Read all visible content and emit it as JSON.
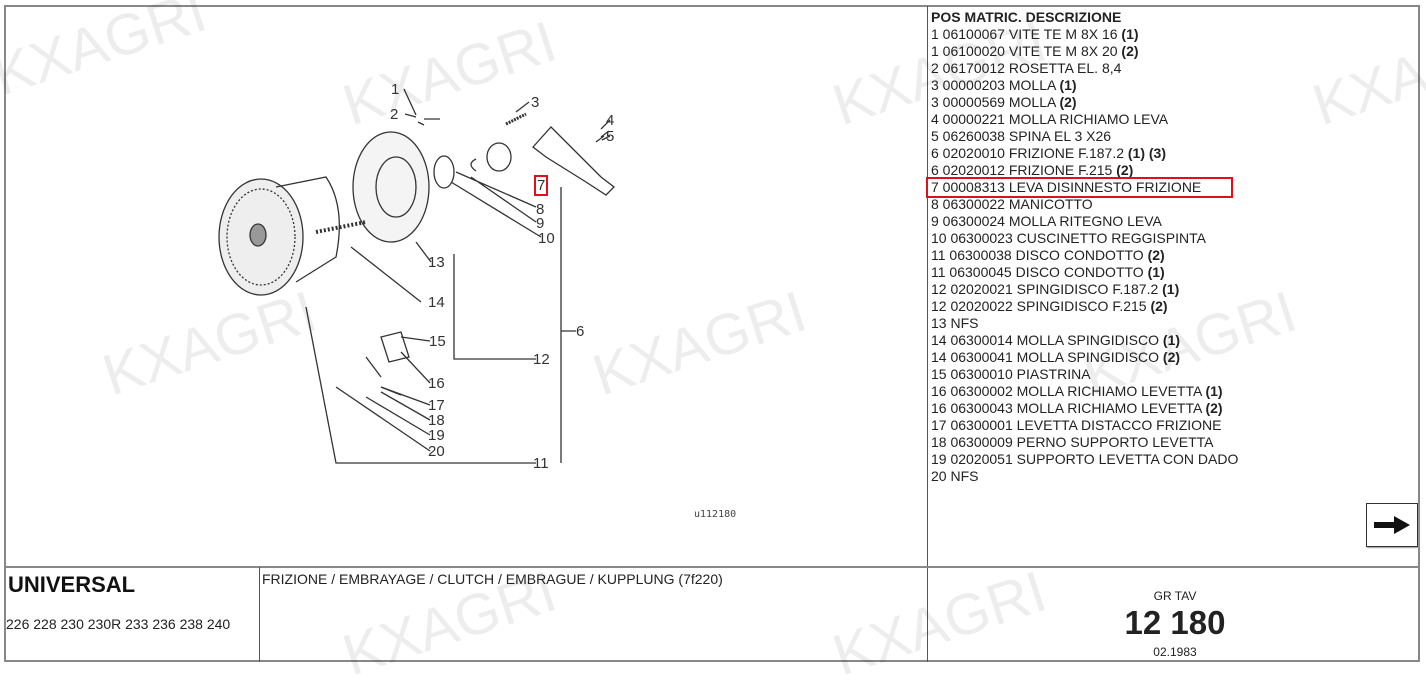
{
  "watermark": "KXAGRI",
  "figure_code": "u112180",
  "callouts": [
    "1",
    "2",
    "3",
    "4",
    "5",
    "7",
    "8",
    "9",
    "10",
    "13",
    "14",
    "15",
    "12",
    "6",
    "16",
    "17",
    "18",
    "19",
    "20",
    "11"
  ],
  "selected_callout": "7",
  "parts_header": "POS MATRIC. DESCRIZIONE",
  "parts": [
    {
      "text": "1 06100067 VITE TE M 8X 16",
      "note": "(1)"
    },
    {
      "text": "1 06100020 VITE TE M 8X 20",
      "note": "(2)"
    },
    {
      "text": "2 06170012 ROSETTA EL. 8,4",
      "note": ""
    },
    {
      "text": "3 00000203 MOLLA",
      "note": "(1)"
    },
    {
      "text": "3 00000569 MOLLA",
      "note": "(2)"
    },
    {
      "text": "4 00000221 MOLLA RICHIAMO LEVA",
      "note": ""
    },
    {
      "text": "5 06260038 SPINA EL 3 X26",
      "note": ""
    },
    {
      "text": "6 02020010 FRIZIONE F.187.2",
      "note": "(1) (3)"
    },
    {
      "text": "6 02020012 FRIZIONE F.215",
      "note": "(2)"
    },
    {
      "text": "7 00008313 LEVA DISINNESTO FRIZIONE",
      "note": "",
      "selected": true
    },
    {
      "text": "8 06300022 MANICOTTO",
      "note": ""
    },
    {
      "text": "9 06300024 MOLLA RITEGNO LEVA",
      "note": ""
    },
    {
      "text": "10 06300023 CUSCINETTO REGGISPINTA",
      "note": ""
    },
    {
      "text": "11 06300038 DISCO CONDOTTO",
      "note": "(2)"
    },
    {
      "text": "11 06300045 DISCO CONDOTTO",
      "note": "(1)"
    },
    {
      "text": "12 02020021 SPINGIDISCO F.187.2",
      "note": "(1)"
    },
    {
      "text": "12 02020022 SPINGIDISCO F.215",
      "note": "(2)"
    },
    {
      "text": "13 NFS",
      "note": ""
    },
    {
      "text": "14 06300014 MOLLA SPINGIDISCO",
      "note": "(1)"
    },
    {
      "text": "14 06300041 MOLLA SPINGIDISCO",
      "note": "(2)"
    },
    {
      "text": "15 06300010 PIASTRINA",
      "note": ""
    },
    {
      "text": "16 06300002 MOLLA RICHIAMO LEVETTA",
      "note": "(1)"
    },
    {
      "text": "16 06300043 MOLLA RICHIAMO LEVETTA",
      "note": "(2)"
    },
    {
      "text": "17 06300001 LEVETTA DISTACCO FRIZIONE",
      "note": ""
    },
    {
      "text": "18 06300009 PERNO SUPPORTO LEVETTA",
      "note": ""
    },
    {
      "text": "19 02020051 SUPPORTO LEVETTA CON DADO",
      "note": ""
    },
    {
      "text": "20 NFS",
      "note": ""
    }
  ],
  "footer": {
    "brand": "UNIVERSAL",
    "models": "226 228 230 230R 233 236 238 240",
    "title": "FRIZIONE / EMBRAYAGE / CLUTCH / EMBRAGUE / KUPPLUNG (7f220)",
    "group_label": "GR TAV",
    "group_number": "12 180",
    "date": "02.1983"
  },
  "colors": {
    "highlight": "#e0101a"
  }
}
